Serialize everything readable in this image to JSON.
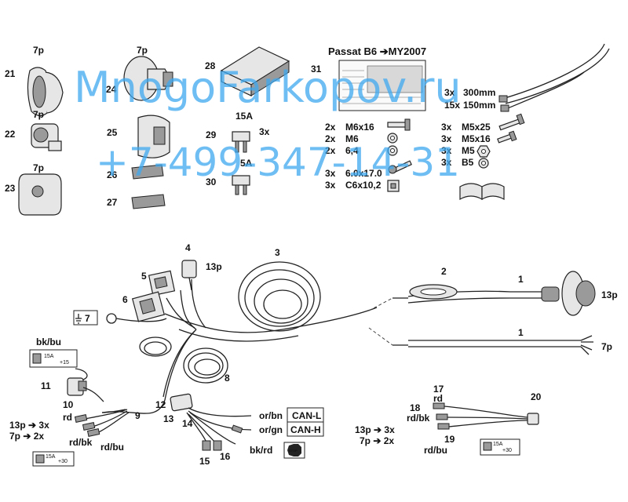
{
  "parts_header": {
    "title": "Passat B6 ➔MY2007",
    "num": "31"
  },
  "top_parts": {
    "p21": {
      "num": "21",
      "pins": "7p"
    },
    "p22": {
      "num": "22",
      "pins": "7p"
    },
    "p23": {
      "num": "23",
      "pins": "7p"
    },
    "p24": {
      "num": "24",
      "pins": "7p"
    },
    "p25": {
      "num": "25"
    },
    "p26": {
      "num": "26"
    },
    "p27": {
      "num": "27"
    },
    "p28": {
      "num": "28"
    },
    "p29": {
      "num": "29",
      "amp": "15A",
      "qty": "3x"
    },
    "p30": {
      "num": "30",
      "amp": "5A"
    }
  },
  "ties": [
    {
      "qty": "3x",
      "spec": "300mm"
    },
    {
      "qty": "15x",
      "spec": "150mm"
    }
  ],
  "hardware_left": [
    {
      "qty": "2x",
      "spec": "M6x16"
    },
    {
      "qty": "2x",
      "spec": "M6"
    },
    {
      "qty": "2x",
      "spec": "6,4"
    },
    {
      "qty": "3x",
      "spec": "6.0x17.0"
    },
    {
      "qty": "3x",
      "spec": "C6x10,2"
    }
  ],
  "hardware_right": [
    {
      "qty": "3x",
      "spec": "M5x25"
    },
    {
      "qty": "3x",
      "spec": "M5x16"
    },
    {
      "qty": "3x",
      "spec": "M5"
    },
    {
      "qty": "3x",
      "spec": "B5"
    }
  ],
  "watermark": {
    "line1": "MnogoFarkopov.ru",
    "line2": "+7-499-347-14-31"
  },
  "harness": {
    "n1a": "1",
    "n1b": "1",
    "n2": "2",
    "n3": "3",
    "n4": "4",
    "n5": "5",
    "n6": "6",
    "n7": "7",
    "n8": "8",
    "n9": "9",
    "n10": "10",
    "n11": "11",
    "n12": "12",
    "n13": "13",
    "n14": "14",
    "n15": "15",
    "n16": "16",
    "n17": "17",
    "n18": "18",
    "n19": "19",
    "n20": "20",
    "p13a": "13p",
    "p13b": "13p",
    "p7": "7p",
    "bkbu": "bk/bu",
    "fuse15": "15A",
    "plus15": "+15",
    "plus30a": "+30",
    "plus30b": "+30",
    "rd": "rd",
    "rdbk": "rd/bk",
    "rdbu": "rd/bu",
    "map13": "13p ➔ 3x",
    "map7": "7p ➔ 2x",
    "orbn": "or/bn",
    "canl": "CAN-L",
    "orgn": "or/gn",
    "canh": "CAN-H",
    "bkrd": "bk/rd",
    "stop": "STOP",
    "r17": "rd",
    "r18": "rd/bk",
    "r19": "rd/bu",
    "rmap13": "13p ➔ 3x",
    "rmap7": "7p ➔ 2x",
    "fuse15b": "15A",
    "fuse15c": "15A"
  }
}
